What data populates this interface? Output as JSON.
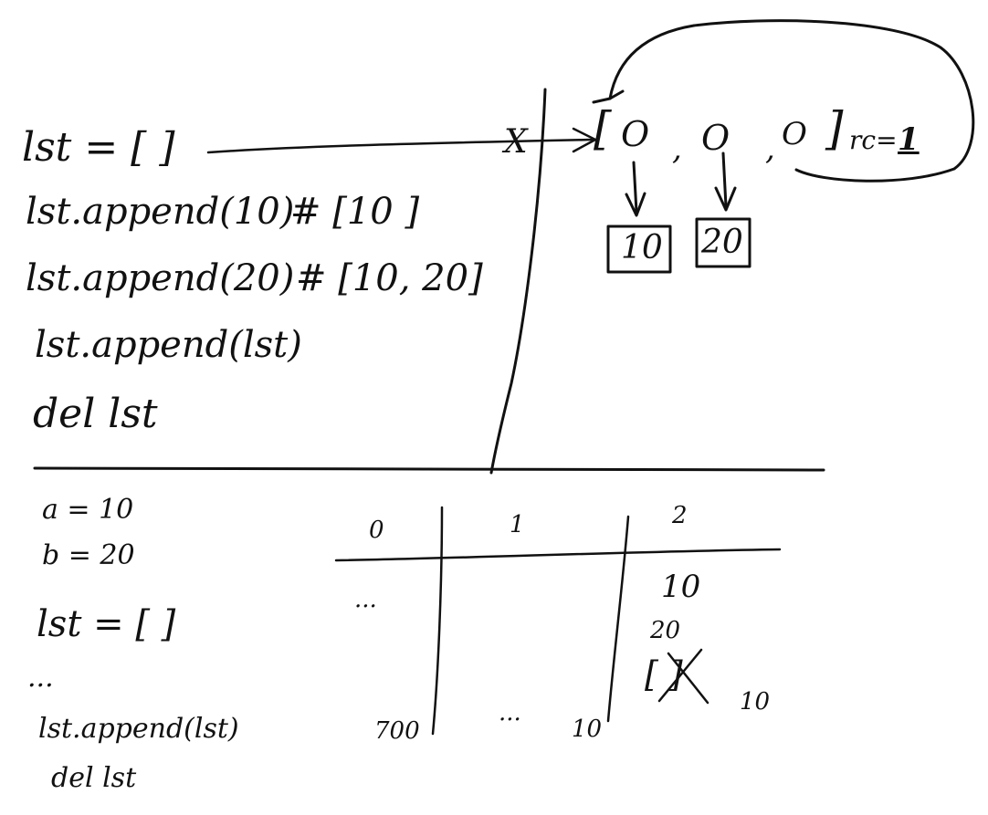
{
  "code": {
    "line1": "lst = [  ]",
    "line2_code": "lst.append(10)",
    "line2_comment": "# [10 ]",
    "line3_code": "lst.append(20)",
    "line3_comment": "# [10, 20]",
    "line4": "lst.append(lst)",
    "line5": "del lst"
  },
  "memory": {
    "list_open": "[",
    "list_close": "]",
    "separator": ",",
    "slot_marker": "O",
    "refcount_label": "rc=",
    "refcount_value": "1",
    "boxes": [
      "10",
      "20"
    ],
    "crossed_ref": "X"
  },
  "bottom": {
    "vars": [
      "a = 10",
      "b = 20"
    ],
    "list_assign": "lst = [ ]",
    "ellipsis": "...",
    "append": "lst.append(lst)",
    "del": "del lst"
  },
  "table": {
    "headers": [
      "0",
      "1",
      "2"
    ],
    "col0": [
      "...",
      "700"
    ],
    "col1": [
      "...",
      "10"
    ],
    "col2": [
      "10",
      "20"
    ],
    "crossed_list": "[ ]",
    "side_value": "10"
  }
}
